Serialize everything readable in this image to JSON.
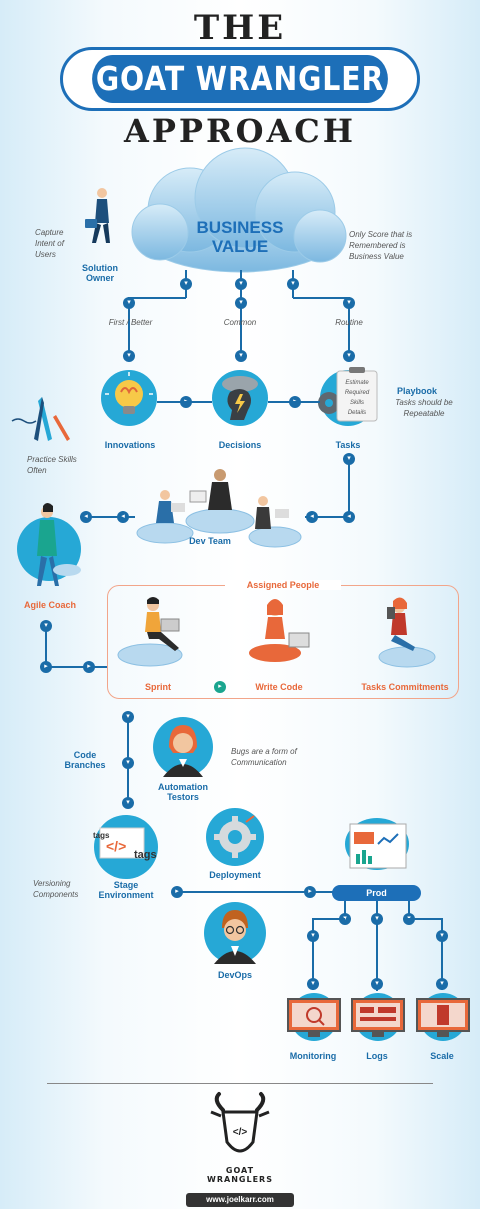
{
  "header": {
    "line1": "THE",
    "banner": "GOAT WRANGLER",
    "line3": "APPROACH"
  },
  "cloud": {
    "title_line1": "BUSINESS",
    "title_line2": "VALUE"
  },
  "top_notes": {
    "capture": "Capture Intent of Users",
    "solution_owner": "Solution Owner",
    "only_score": "Only Score that is Remembered is Business Value"
  },
  "branches": {
    "first_better": "First / Better",
    "common": "Common",
    "routine": "Routine"
  },
  "row1": {
    "innovations": "Innovations",
    "decisions": "Decisions",
    "tasks": "Tasks",
    "playbook": "Playbook",
    "playbook_note": "Tasks should be Repeatable",
    "task_list": [
      "Estimate",
      "Required",
      "Skills",
      "Details"
    ]
  },
  "practice_note": "Practice Skills Often",
  "dev_team": "Dev Team",
  "agile_coach": "Agile Coach",
  "assigned": {
    "title": "Assigned People",
    "sprint": "Sprint",
    "write_code": "Write Code",
    "tasks_commitments": "Tasks Commitments"
  },
  "code_branches": "Code Branches",
  "automation_testors": "Automation Testors",
  "bugs_note": "Bugs are a form of Communication",
  "stage": {
    "label": "Stage Environment",
    "tags_small": "tags",
    "tags_big": "tags",
    "code_glyph": "</>"
  },
  "versioning_note": "Versioning Components",
  "deployment": "Deployment",
  "devops": "DevOps",
  "prod": "Prod",
  "monitors": {
    "monitoring": "Monitoring",
    "logs": "Logs",
    "scale": "Scale"
  },
  "footer": {
    "logo_line1": "GOAT",
    "logo_line2": "WRANGLERS",
    "code_glyph": "</>",
    "url": "www.joelkarr.com"
  },
  "colors": {
    "primary_blue": "#1d6fb8",
    "accent_orange": "#e8683a",
    "cyan": "#26a8d6",
    "teal": "#1aa58f"
  }
}
